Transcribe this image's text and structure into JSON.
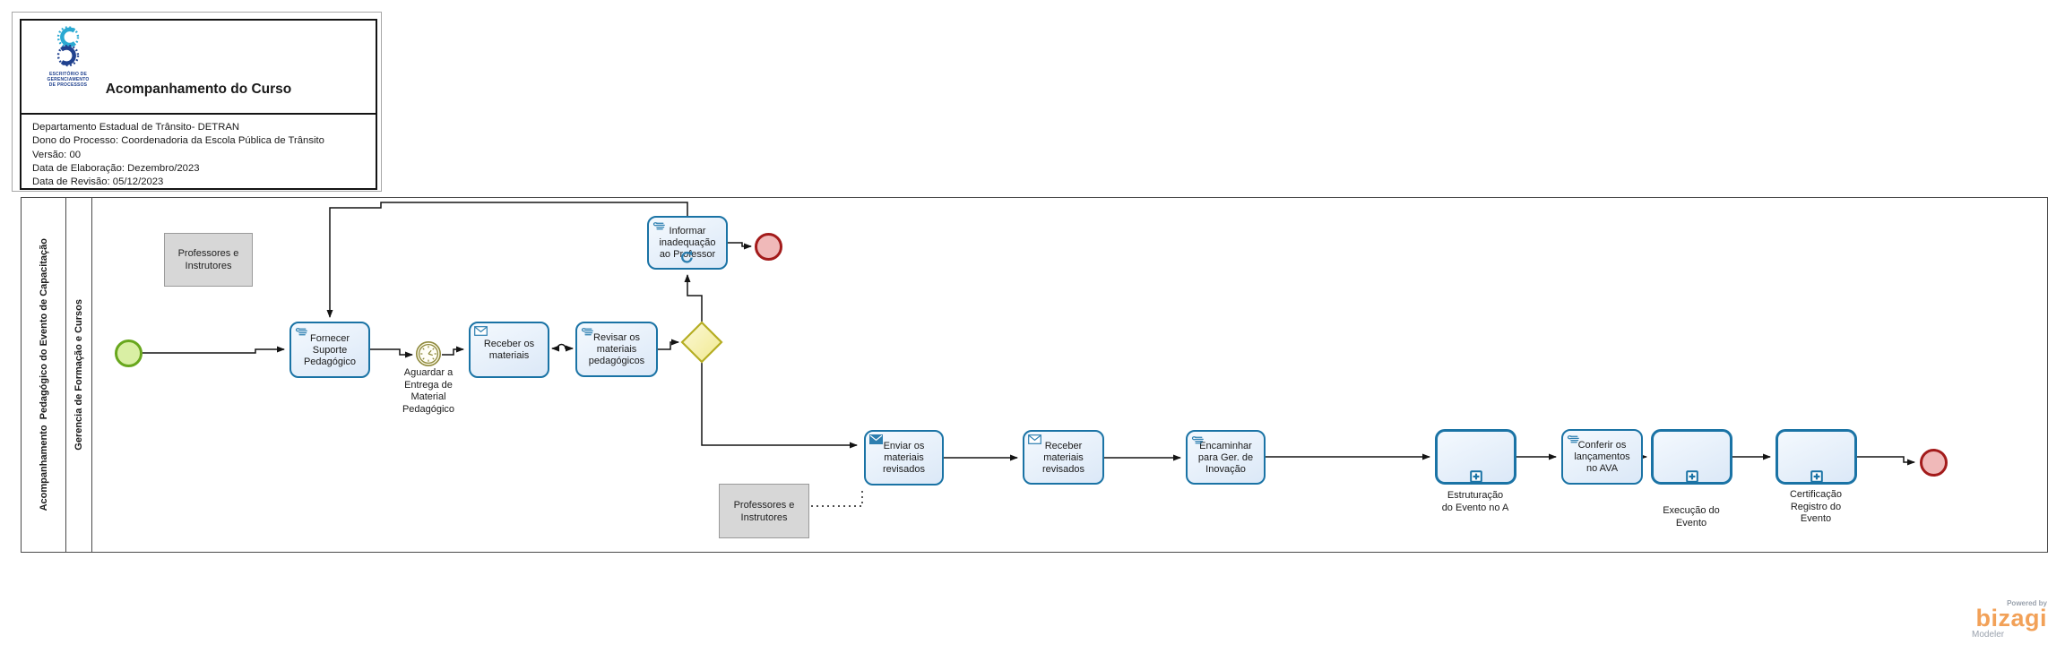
{
  "header": {
    "logo_caption_lines": [
      "ESCRITÓRIO DE",
      "GERENCIAMENTO",
      "DE PROCESSOS"
    ],
    "title": "Acompanhamento do Curso",
    "info_lines": [
      "Departamento Estadual de Trânsito- DETRAN",
      "Dono do Processo: Coordenadoria da Escola Pública de Trânsito",
      "Versão: 00",
      "Data de Elaboração: Dezembro/2023",
      "Data de Revisão: 05/12/2023"
    ]
  },
  "pool": {
    "name": "Acompanhamento  Pedagógico do Evento de Capacitação",
    "lane": "Gerencia de Formação e Cursos"
  },
  "nodes": {
    "fornecer": {
      "label": "Fornecer Suporte Pedagógico",
      "type": "manual-task"
    },
    "timer": {
      "label_lines": [
        "Aguardar a",
        "Entrega de",
        "Material",
        "Pedagógico"
      ],
      "type": "timer-intermediate-event"
    },
    "receber_materiais": {
      "label": "Receber os materiais",
      "type": "receive-task"
    },
    "revisar": {
      "label": "Revisar os materiais pedagógicos",
      "type": "manual-task"
    },
    "gateway": {
      "type": "exclusive-gateway"
    },
    "informar": {
      "label": "Informar inadequação ao Professor",
      "type": "manual-task-loop"
    },
    "enviar": {
      "label": "Enviar os materiais revisados",
      "type": "send-task"
    },
    "receber_revisados": {
      "label": "Receber materiais revisados",
      "type": "receive-task"
    },
    "encaminhar": {
      "label": "Encaminhar para Ger. de Inovação",
      "type": "manual-task"
    },
    "estruturacao": {
      "label_lines": [
        "Estruturação",
        "do Evento no A"
      ],
      "type": "subprocess"
    },
    "conferir": {
      "label": "Conferir os lançamentos no AVA",
      "type": "manual-task"
    },
    "execucao": {
      "label_lines": [
        "Execução do",
        "Evento"
      ],
      "type": "subprocess"
    },
    "certificacao": {
      "label_lines": [
        "Certificação",
        "Registro do",
        "Evento"
      ],
      "type": "subprocess"
    }
  },
  "annotations": {
    "top": "Professores e Instrutores",
    "bottom": "Professores e Instrutores"
  },
  "branding": {
    "powered_by": "Powered by",
    "brand": "bizagi",
    "product": "Modeler"
  },
  "colors": {
    "task_border": "#1a73a5",
    "task_fill_light": "#f4f9fe",
    "task_fill_dark": "#dbe8f7",
    "start_border": "#68a71d",
    "start_fill": "#d9efa4",
    "end_border": "#a31b1b",
    "end_fill": "#f0b9b9",
    "timer_border": "#8f8a3e",
    "timer_fill": "#fdfbe9",
    "gateway_border": "#b5ad22",
    "gateway_fill_light": "#fbf8d8",
    "gateway_fill_dark": "#f1e98e",
    "annotation_fill": "#d7d7d7",
    "annotation_border": "#9a9a9a",
    "icon_blue": "#2d7fb0",
    "connector": "#141414",
    "pool_border": "#4a4a4a",
    "logo_cyan": "#2aa9d2",
    "logo_blue": "#20418e",
    "bizagi_orange": "#f2a158",
    "bizagi_gray": "#9aa2ad"
  }
}
